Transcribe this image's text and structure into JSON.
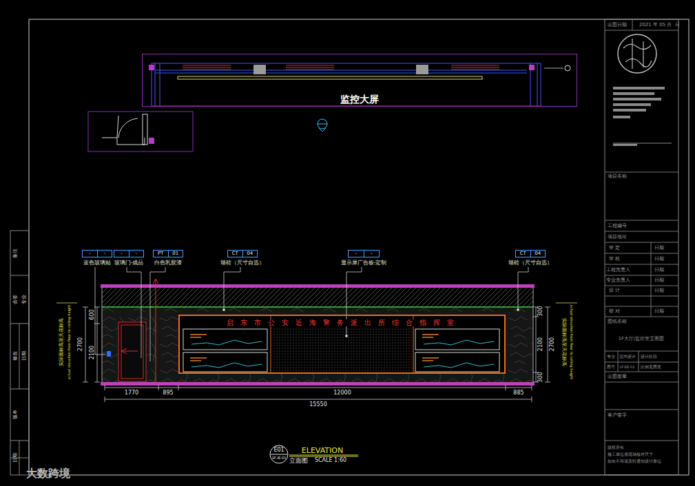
{
  "diagram": {
    "nodes": [
      {
        "text": [
          "监控大屏"
        ]
      },
      {
        "text": [
          "-",
          "-",
          "蓝色玻璃贴"
        ]
      },
      {
        "text": [
          "-",
          "-",
          "玻璃门-成品"
        ]
      },
      {
        "text": [
          "PT",
          "01",
          "白色乳胶漆"
        ]
      },
      {
        "text": [
          "CT",
          "04",
          "墙砖（尺寸自选）"
        ]
      },
      {
        "text": [
          "-",
          "-",
          "显示屏广告板-定制"
        ]
      },
      {
        "text": [
          "CT",
          "04",
          "墙砖（尺寸自选）"
        ]
      },
      {
        "text": [
          "启东市公安近海警务派出所综合指挥室"
        ]
      },
      {
        "text": [
          "E01",
          "1F-IE-01"
        ]
      }
    ],
    "labels": [
      "600",
      "2100",
      "2700",
      "300",
      "2100",
      "300",
      "2700",
      "1770",
      "895",
      "12000",
      "885",
      "15550",
      "实际面标高至天花标高",
      "actual elevation from floor to ceiling height",
      "实际面标高至天花标高",
      "actual elevation from floor to ceiling height",
      "ELEVATION",
      "立面图",
      "SCALE 1:60",
      "出图日期",
      "2021 年 05 月  日",
      "项目名称",
      "工程编号",
      "项目地址",
      "审 定",
      "审 核",
      "工程负责人",
      "专业负责人",
      "设 计",
      "校 对",
      "日期",
      "日期",
      "日期",
      "日期",
      "日期",
      "日期",
      "图纸名称",
      "1F大厅/监控室立面图",
      "专业",
      "室内设计",
      "设计阶段",
      "图号",
      "1F-EE-01",
      "比例见图意",
      "出图签章",
      "客户签字",
      "版权所有",
      "施工单位需现场核对尺寸",
      "如有不符请及时通知设计单位",
      "备注",
      "会签",
      "专业",
      "修改",
      "日期",
      "版本",
      "日期",
      "大数跨境"
    ]
  }
}
